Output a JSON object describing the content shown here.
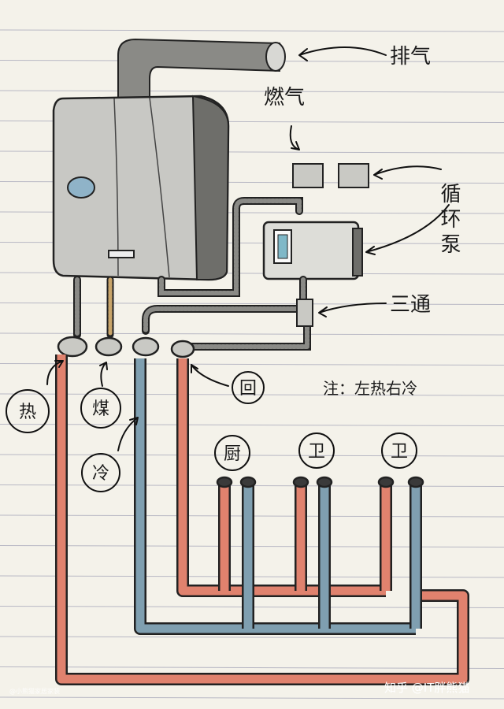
{
  "labels": {
    "exhaust": "排气",
    "gas": "燃气",
    "pump": "循环泵",
    "tee": "三通",
    "note": "注：左热右冷",
    "hot": "热",
    "gas_inlet": "煤",
    "cold": "冷",
    "return": "回",
    "kitchen": "厨",
    "bath1": "卫",
    "bath2": "卫"
  },
  "watermark": {
    "main": "知乎 @IT胖熊猫",
    "small": "@小熊猫家居家装"
  },
  "colors": {
    "hot": "#e0826e",
    "cold": "#7f9fb0",
    "heater": "#c8c8c4",
    "heater_dark": "#6e6e6a",
    "pump": "#ddddd8",
    "hose": "#8a8a86",
    "paper": "#f4f2ea",
    "line": "#b8b8c4"
  }
}
